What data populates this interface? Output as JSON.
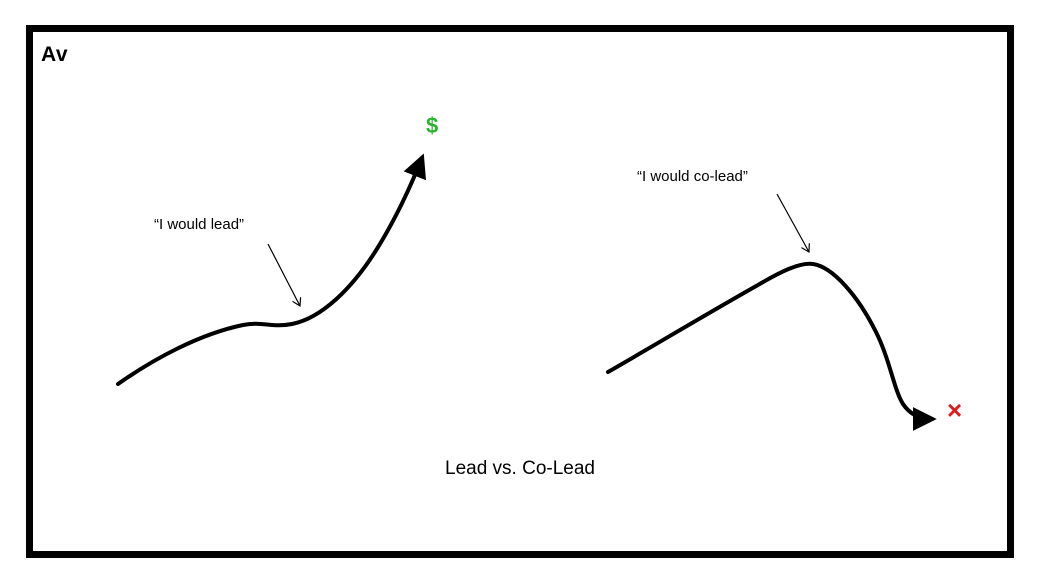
{
  "slide": {
    "brand": "Av",
    "caption": "Lead vs. Co-Lead",
    "background_color": "#ffffff",
    "frame_color": "#000000",
    "curve_color": "#000000"
  },
  "lead_diagram": {
    "label": "“I would lead”",
    "outcome_symbol": "$",
    "outcome_color": "#2bb32b",
    "trend": "rises slowly with a small plateau, then climbs steeply to a dollar sign"
  },
  "co_lead_diagram": {
    "label": "“I would co-lead”",
    "outcome_symbol": "×",
    "outcome_color": "#e01a1a",
    "trend": "rises to a peak, then falls steeply to a red x mark"
  }
}
